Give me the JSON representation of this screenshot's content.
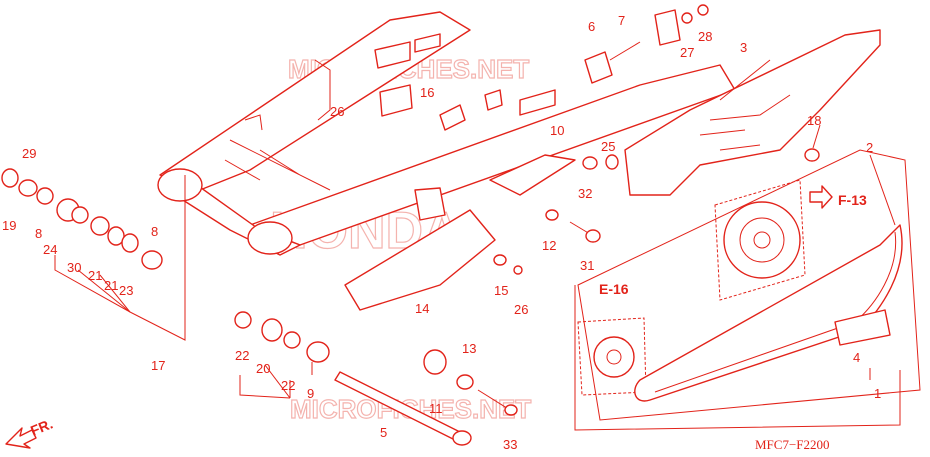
{
  "diagram": {
    "code": "MFC7−F2200",
    "watermark_top": "MICROFICHES.NET",
    "watermark_center": "HONDA",
    "watermark_bottom": "MICROFICHES.NET",
    "direction_label": "FR.",
    "references": [
      "F-13",
      "E-16"
    ],
    "callouts": [
      "1",
      "2",
      "3",
      "4",
      "5",
      "6",
      "7",
      "8",
      "8",
      "9",
      "10",
      "11",
      "12",
      "13",
      "14",
      "15",
      "16",
      "17",
      "18",
      "19",
      "20",
      "21",
      "21",
      "22",
      "22",
      "23",
      "24",
      "25",
      "26",
      "26",
      "27",
      "28",
      "29",
      "30",
      "31",
      "32",
      "33"
    ]
  },
  "colors": {
    "line": "#e2231a",
    "watermark": "#f4b3ae"
  },
  "icons": [
    "arrow-right-icon",
    "arrow-fr-icon"
  ]
}
